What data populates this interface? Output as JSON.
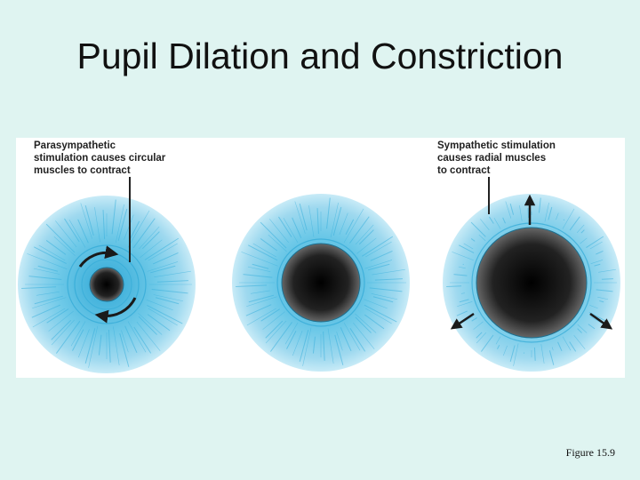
{
  "slide": {
    "title": "Pupil Dilation and Constriction",
    "figure_number": "Figure 15.9"
  },
  "figure": {
    "left_caption": [
      "Parasympathetic",
      "stimulation causes circular",
      "muscles to contract"
    ],
    "right_caption": [
      "Sympathetic stimulation",
      "causes radial muscles",
      "to contract"
    ],
    "eyes": [
      {
        "state": "constricted",
        "pupil_fraction": 0.19
      },
      {
        "state": "normal",
        "pupil_fraction": 0.44
      },
      {
        "state": "dilated",
        "pupil_fraction": 0.62
      }
    ],
    "colors": {
      "iris_light": "#b6e3f3",
      "iris_mid": "#6ec9e8",
      "iris_dark": "#2fa8d6",
      "fiber": "#3bb0dc",
      "pupil_center": "#000000",
      "pupil_edge": "#5a5a5a",
      "arrow": "#1a1a1a"
    }
  }
}
